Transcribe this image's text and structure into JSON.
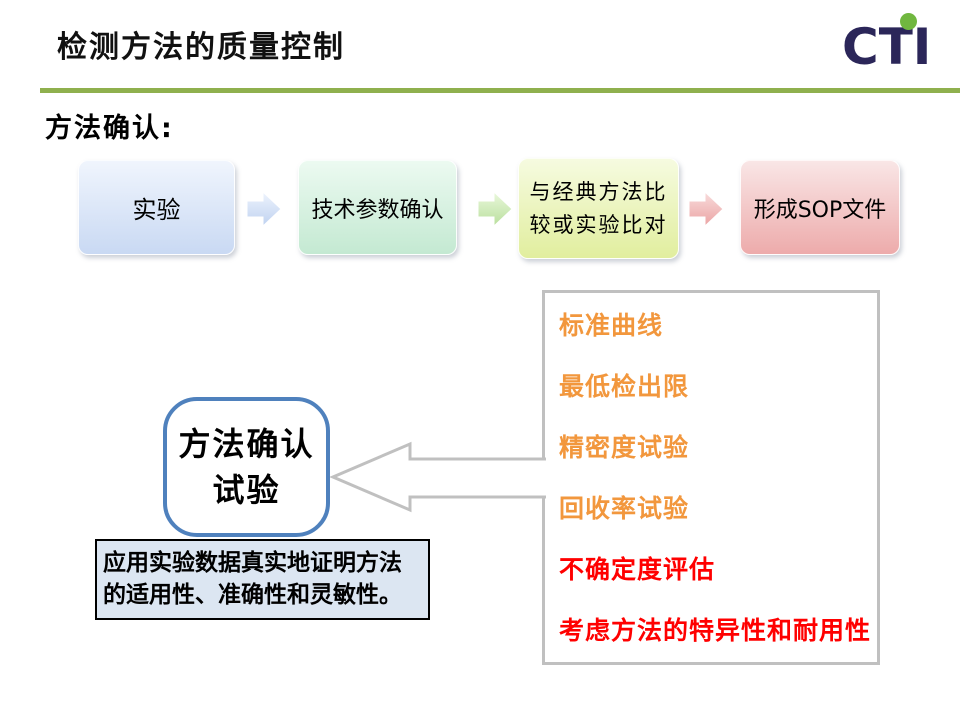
{
  "slide": {
    "title": "检测方法的质量控制",
    "section_label": "方法确认:",
    "logo": {
      "text": "CTI"
    },
    "flow": {
      "steps": [
        {
          "label": "实验"
        },
        {
          "label": "技术参数确认"
        },
        {
          "label": "与经典方法比较或实验比对",
          "line1": "与经典方法比",
          "line2": "较或实验比对"
        },
        {
          "label": "形成SOP文件"
        }
      ]
    },
    "confirm_box": {
      "line1": "方法确认",
      "line2": "试验"
    },
    "note_box": {
      "line1": "应用实验数据真实地证明方法",
      "line2": "的适用性、准确性和灵敏性。"
    },
    "checklist": {
      "items": [
        {
          "label": "标准曲线",
          "color": "#F2973D"
        },
        {
          "label": "最低检出限",
          "color": "#F2973D"
        },
        {
          "label": "精密度试验",
          "color": "#F2973D"
        },
        {
          "label": "回收率试验",
          "color": "#F2973D"
        },
        {
          "label": "不确定度评估",
          "color": "#FF0000"
        },
        {
          "label": "考虑方法的特异性和耐用性",
          "color": "#FF0000"
        }
      ]
    },
    "colors": {
      "brand_navy": "#2B2659",
      "brand_green": "#70B73F",
      "rule_green": "#8FB04E",
      "panel_border_gray": "#C0C0C0",
      "confirm_border_blue": "#4F81BD",
      "note_bg_blue": "#dce6f2",
      "orange_item": "#F2973D",
      "red_item": "#FF0000"
    }
  }
}
